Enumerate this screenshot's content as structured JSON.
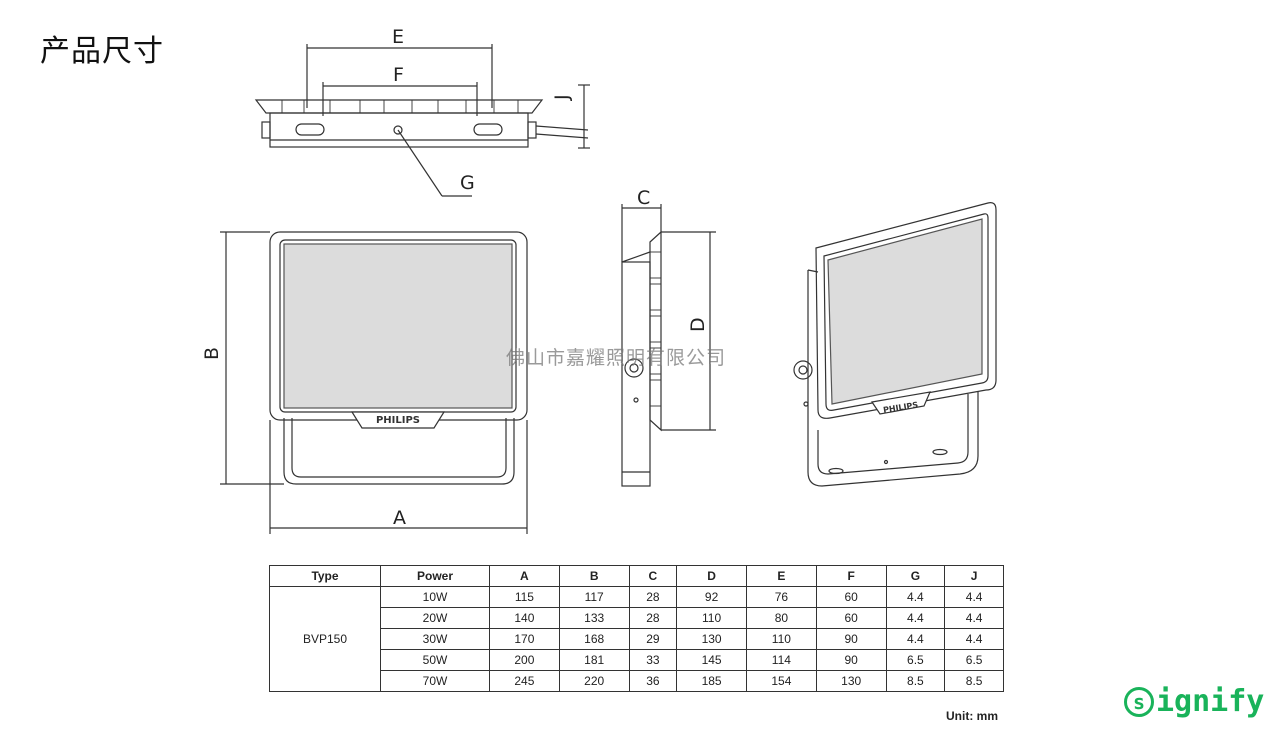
{
  "page": {
    "title": "产品尺寸"
  },
  "drawing": {
    "labels": {
      "E": "E",
      "F": "F",
      "J": "J",
      "G": "G",
      "C": "C",
      "D": "D",
      "B": "B",
      "A": "A"
    },
    "logo_text": "PHILIPS",
    "watermark": "佛山市嘉耀照明有限公司"
  },
  "table": {
    "headers": [
      "Type",
      "Power",
      "A",
      "B",
      "C",
      "D",
      "E",
      "F",
      "G",
      "J"
    ],
    "type_name": "BVP150",
    "rows": [
      [
        "10W",
        "115",
        "117",
        "28",
        "92",
        "76",
        "60",
        "4.4",
        "4.4"
      ],
      [
        "20W",
        "140",
        "133",
        "28",
        "110",
        "80",
        "60",
        "4.4",
        "4.4"
      ],
      [
        "30W",
        "170",
        "168",
        "29",
        "130",
        "110",
        "90",
        "4.4",
        "4.4"
      ],
      [
        "50W",
        "200",
        "181",
        "33",
        "145",
        "114",
        "90",
        "6.5",
        "6.5"
      ],
      [
        "70W",
        "245",
        "220",
        "36",
        "185",
        "154",
        "130",
        "8.5",
        "8.5"
      ]
    ],
    "unit_note": "Unit: mm"
  },
  "brand": {
    "mark": "s",
    "text": "ignify",
    "color": "#19b35a"
  }
}
